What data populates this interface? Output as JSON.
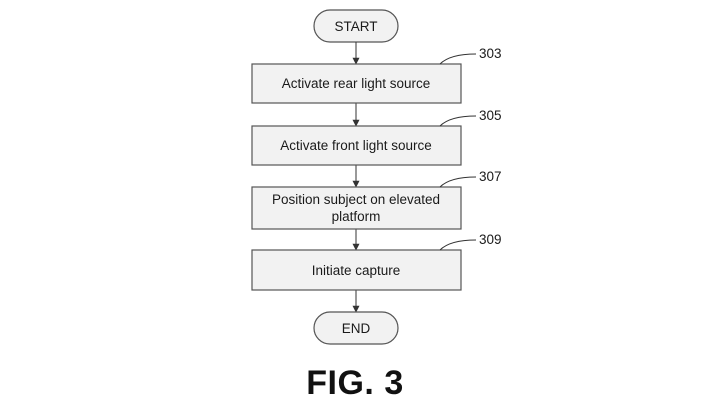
{
  "start_label": "START",
  "end_label": "END",
  "steps": [
    {
      "ref": "303",
      "lines": [
        "Activate rear light source"
      ]
    },
    {
      "ref": "305",
      "lines": [
        "Activate front light source"
      ]
    },
    {
      "ref": "307",
      "lines": [
        "Position subject on elevated",
        "platform"
      ]
    },
    {
      "ref": "309",
      "lines": [
        "Initiate capture"
      ]
    }
  ],
  "figure_label": "FIG. 3",
  "colors": {
    "stroke": "#555555",
    "fill": "#f2f2f2",
    "text": "#1a1a1a"
  }
}
